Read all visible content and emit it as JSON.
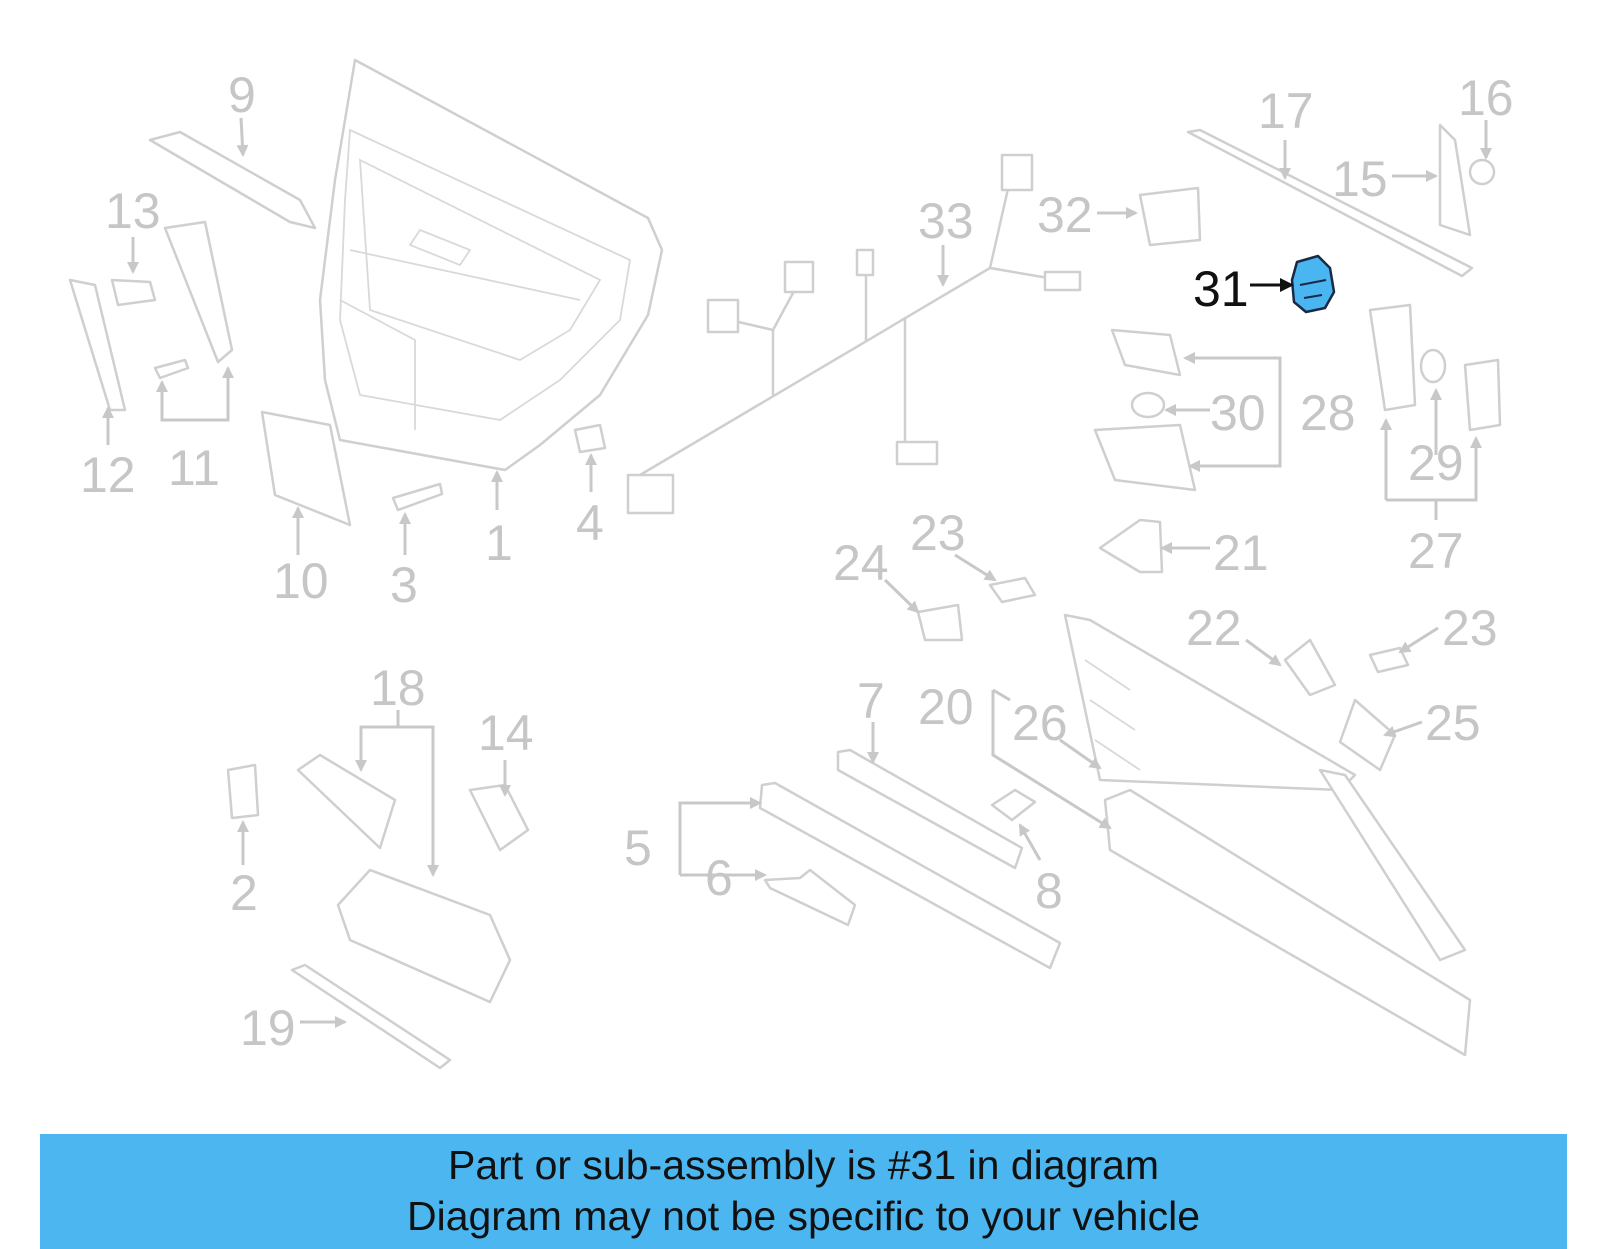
{
  "highlight_color": "#4bb6f0",
  "highlighted_part": "31",
  "callouts": [
    "1",
    "2",
    "3",
    "4",
    "5",
    "6",
    "7",
    "8",
    "9",
    "10",
    "11",
    "12",
    "13",
    "14",
    "15",
    "16",
    "17",
    "18",
    "19",
    "20",
    "21",
    "22",
    "23",
    "23",
    "24",
    "25",
    "26",
    "27",
    "28",
    "29",
    "30",
    "31",
    "32",
    "33"
  ],
  "banner": {
    "line1": "Part or sub-assembly is #31 in diagram",
    "line2": "Diagram may not be specific to your vehicle"
  }
}
